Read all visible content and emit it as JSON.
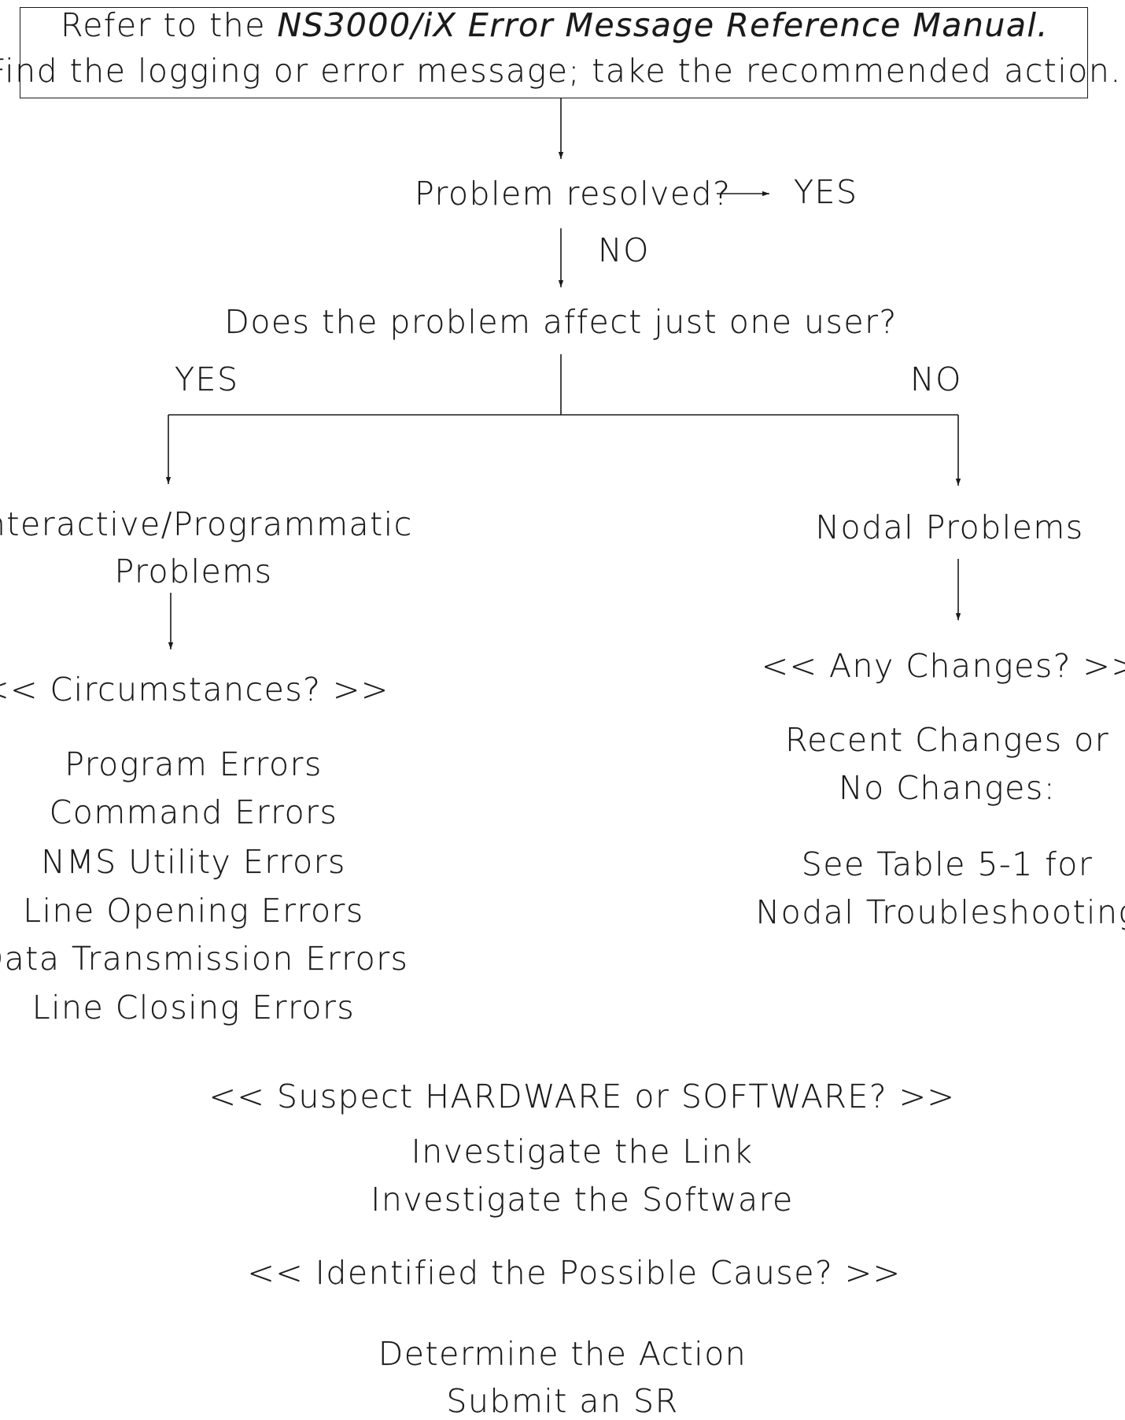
{
  "header": {
    "line1_prefix": "Refer to the",
    "line1_italic": "NS3000/iX Error Message Reference Manual.",
    "line2": "Find the logging or error message; take the recommended action."
  },
  "resolved": {
    "question": "Problem resolved?",
    "yes": "YES",
    "no": "NO"
  },
  "scope": {
    "question": "Does the problem affect just one user?",
    "yes": "YES",
    "no": "NO"
  },
  "left_branch": {
    "title_line1": "Interactive/Programmatic",
    "title_line2": "Problems",
    "decision": "<< Circumstances? >>",
    "items": [
      "Program Errors",
      "Command Errors",
      "NMS Utility Errors",
      "Line Opening Errors",
      "Data Transmission Errors",
      "Line Closing Errors"
    ]
  },
  "right_branch": {
    "title": "Nodal Problems",
    "decision": "<< Any Changes? >>",
    "changes_line1": "Recent Changes or",
    "changes_line2": "No Changes:",
    "see_line1": "See Table 5-1 for",
    "see_line2": "Nodal Troubleshooting"
  },
  "bottom": {
    "decision1": "<< Suspect HARDWARE or SOFTWARE? >>",
    "investigate": [
      "Investigate the Link",
      "Investigate the Software"
    ],
    "decision2": "<< Identified the Possible Cause? >>",
    "actions": [
      "Determine the Action",
      "Submit an SR"
    ]
  },
  "colors": {
    "ink": "#1a1a1a",
    "background": "#ffffff"
  }
}
